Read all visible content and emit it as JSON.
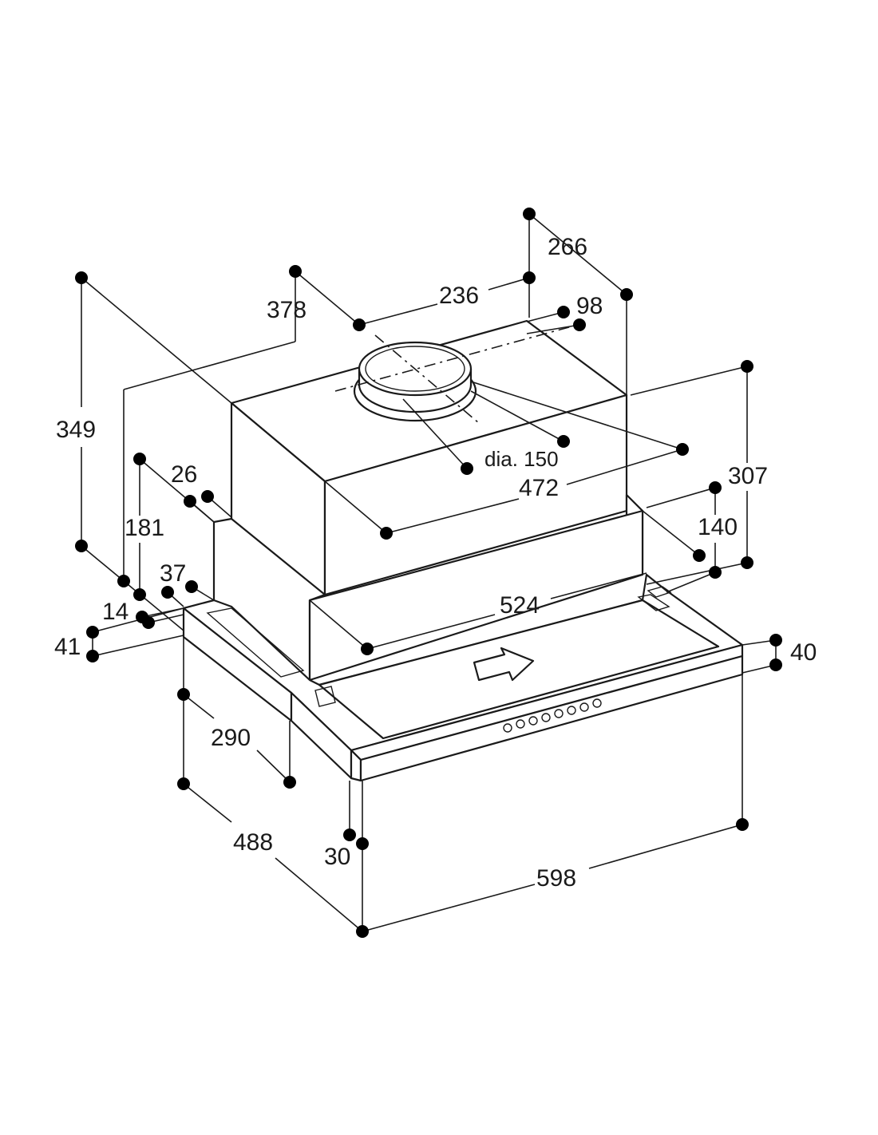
{
  "dimensions": {
    "d266": "266",
    "d236": "236",
    "d98": "98",
    "d378": "378",
    "d349": "349",
    "d307": "307",
    "d26": "26",
    "d181": "181",
    "dia": "dia. 150",
    "d472": "472",
    "d140": "140",
    "d37": "37",
    "d14": "14",
    "d524": "524",
    "d41": "41",
    "d40": "40",
    "d290": "290",
    "d488": "488",
    "d30": "30",
    "d598": "598"
  },
  "colors": {
    "line": "#1a1a1a",
    "dot": "#000000",
    "background": "#ffffff"
  }
}
